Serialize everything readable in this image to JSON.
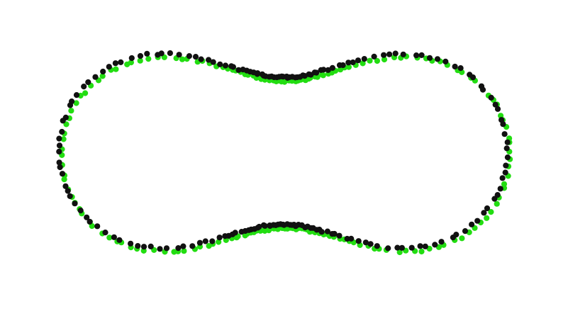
{
  "figure": {
    "shape": "cassini-oval-peanut",
    "background_color": "#ffffff",
    "series": [
      {
        "id": "green-points",
        "color": "#22dd11",
        "point_count": 190
      },
      {
        "id": "black-points",
        "color": "#111111",
        "point_count": 190
      }
    ]
  }
}
